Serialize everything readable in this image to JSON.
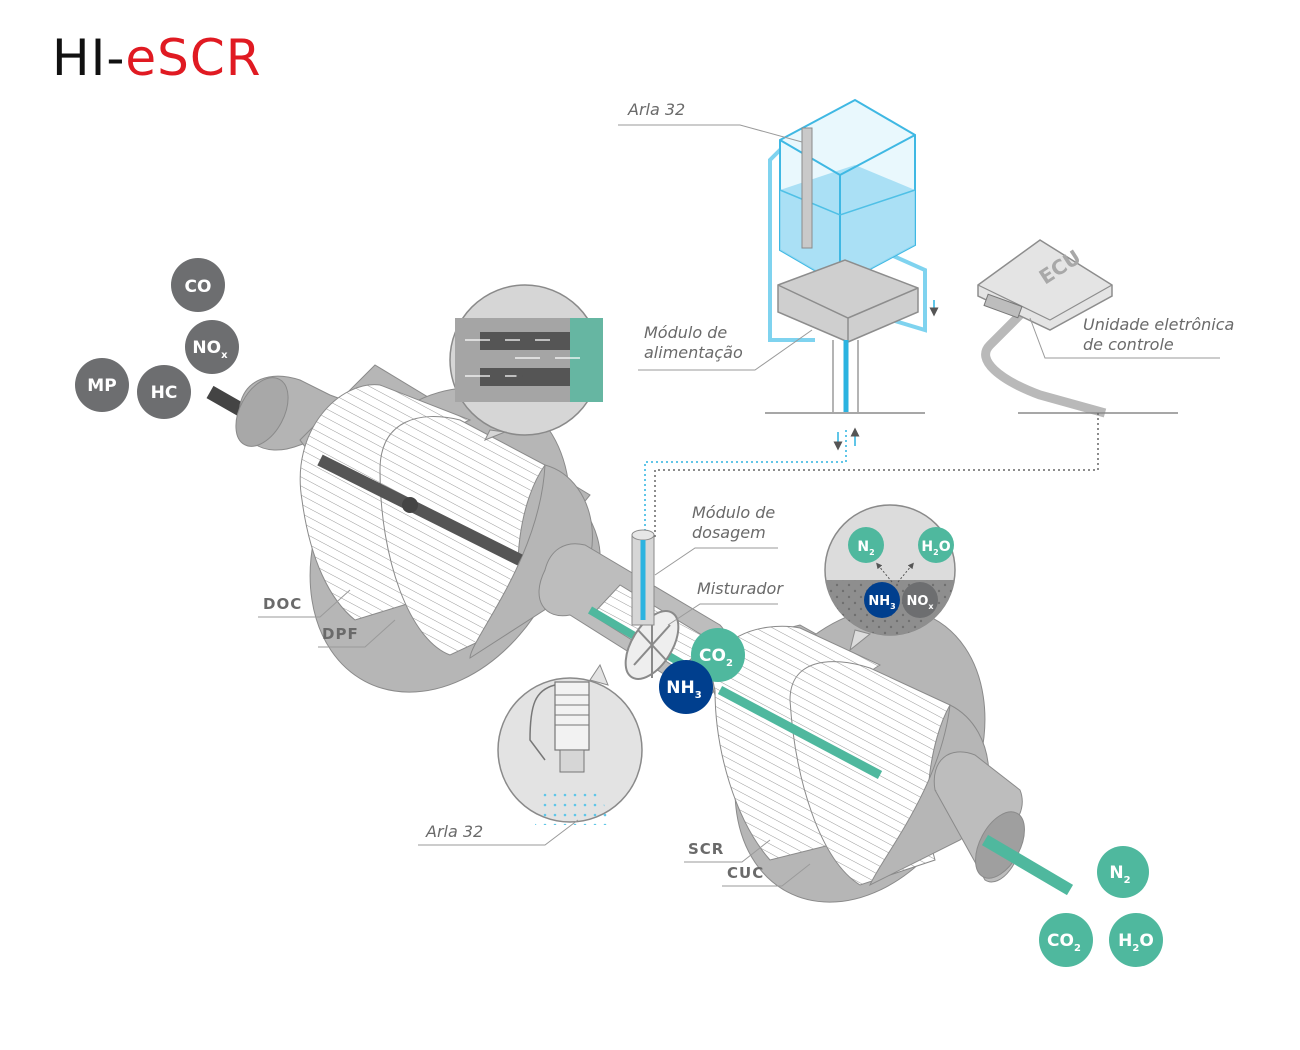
{
  "logo": {
    "text_black": "HI-",
    "text_red": "eSCR",
    "color_black": "#111111",
    "color_red": "#e01a22"
  },
  "colors": {
    "body_gray": "#b4b4b4",
    "dark_gray": "#6d6e70",
    "teal": "#4fb89e",
    "navy": "#003f8e",
    "fluid_blue": "#2bb3e0",
    "tank_fill": "#9fdcf3"
  },
  "labels": {
    "arla_top": "Arla 32",
    "modulo_alimentacao_1": "Módulo de",
    "modulo_alimentacao_2": "alimentação",
    "ecu": "ECU",
    "unidade_1": "Unidade eletrônica",
    "unidade_2": "de controle",
    "modulo_dosagem_1": "Módulo de",
    "modulo_dosagem_2": "dosagem",
    "misturador": "Misturador",
    "arla_bottom": "Arla 32",
    "doc": "DOC",
    "dpf": "DPF",
    "scr": "SCR",
    "cuc": "CUC"
  },
  "molecules_inlet": [
    {
      "name": "co",
      "base": "CO",
      "sub": ""
    },
    {
      "name": "nox",
      "base": "NO",
      "sub": "x"
    },
    {
      "name": "mp",
      "base": "MP",
      "sub": ""
    },
    {
      "name": "hc",
      "base": "HC",
      "sub": ""
    }
  ],
  "molecules_mixer": [
    {
      "name": "co2",
      "base": "CO",
      "sub": "2"
    },
    {
      "name": "nh3",
      "base": "NH",
      "sub": "3"
    }
  ],
  "molecules_scr_detail": [
    {
      "name": "n2",
      "base": "N",
      "sub": "2"
    },
    {
      "name": "h2o",
      "base": "H",
      "sub": "2",
      "tail": "O"
    },
    {
      "name": "nh3",
      "base": "NH",
      "sub": "3"
    },
    {
      "name": "nox",
      "base": "NO",
      "sub": "x"
    }
  ],
  "molecules_outlet": [
    {
      "name": "n2",
      "base": "N",
      "sub": "2"
    },
    {
      "name": "co2",
      "base": "CO",
      "sub": "2"
    },
    {
      "name": "h2o",
      "base": "H",
      "sub": "2",
      "tail": "O"
    }
  ]
}
